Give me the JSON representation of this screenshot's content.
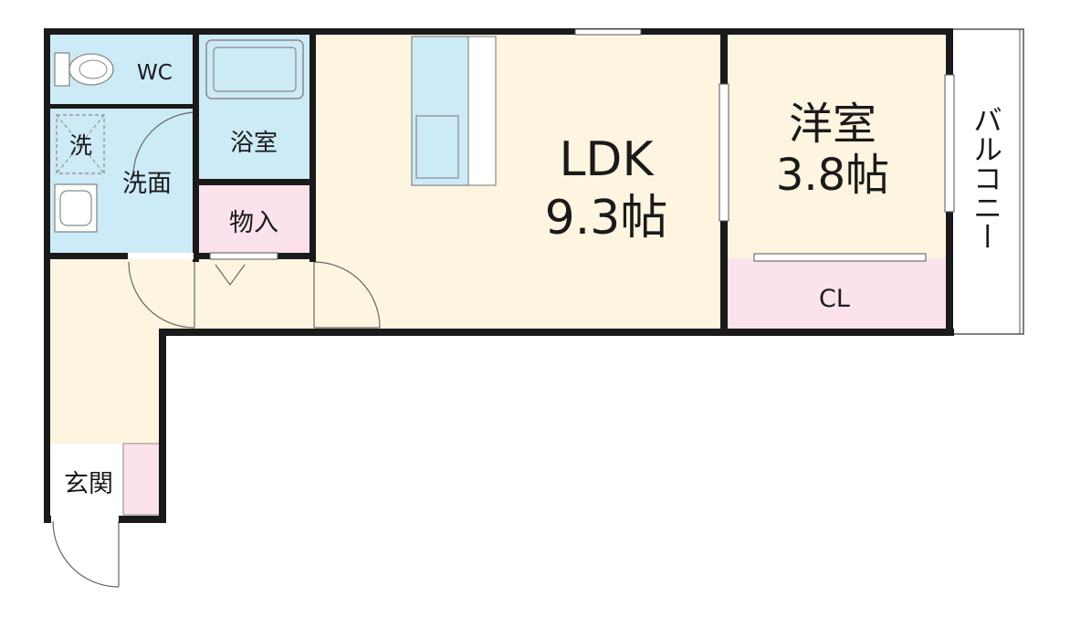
{
  "rooms": {
    "wc": "WC",
    "bath": "浴室",
    "washer": "洗",
    "washroom": "洗面",
    "storage": "物入",
    "ldk_name": "LDK",
    "ldk_size": "9.3帖",
    "western_name": "洋室",
    "western_size": "3.8帖",
    "closet": "CL",
    "balcony": "バルコニー",
    "entrance": "玄関"
  },
  "colors": {
    "floor_beige": "#fdf5df",
    "wet_blue": "#cdeaf7",
    "storage_pink": "#fbe2ec",
    "wall": "#1a1a1a"
  }
}
